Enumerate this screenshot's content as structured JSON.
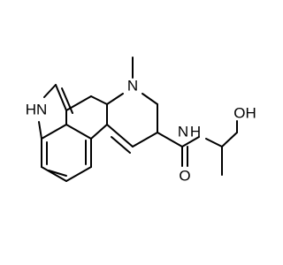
{
  "molecule": {
    "atom_labels": {
      "indole_nh": "HN",
      "amine_n": "N",
      "amide_nh": "N",
      "amide_h": "H",
      "carbonyl_o": "O",
      "hydroxyl": "OH"
    },
    "colors": {
      "background": "#ffffff",
      "bond": "#000000",
      "text": "#000000"
    }
  }
}
